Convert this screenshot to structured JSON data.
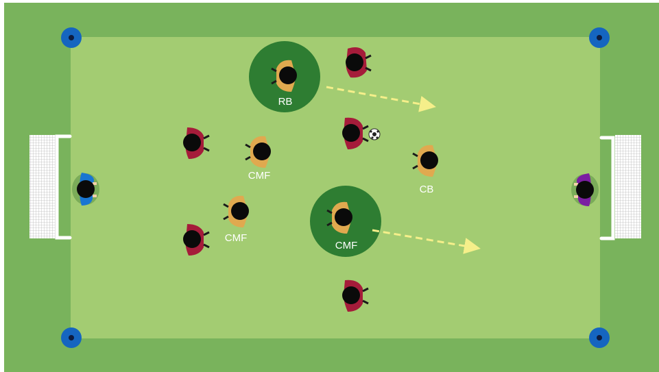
{
  "colors": {
    "outer_field": "#79b35c",
    "inner_field": "#a3cc72",
    "highlight_zone": "#2e7d32",
    "cone": "#1565c0",
    "cone_center": "#0d1b3e",
    "arrow": "#f5ef8a",
    "team_red": "#a51c3a",
    "team_gold": "#e0a94f",
    "gk_blue": "#1976d2",
    "gk_purple": "#7b1fa2",
    "head": "#0a0a0a"
  },
  "labels": {
    "rb": "RB",
    "cmf_a": "CMF",
    "cmf_b": "CMF",
    "cmf_c": "CMF",
    "cb": "CB"
  }
}
